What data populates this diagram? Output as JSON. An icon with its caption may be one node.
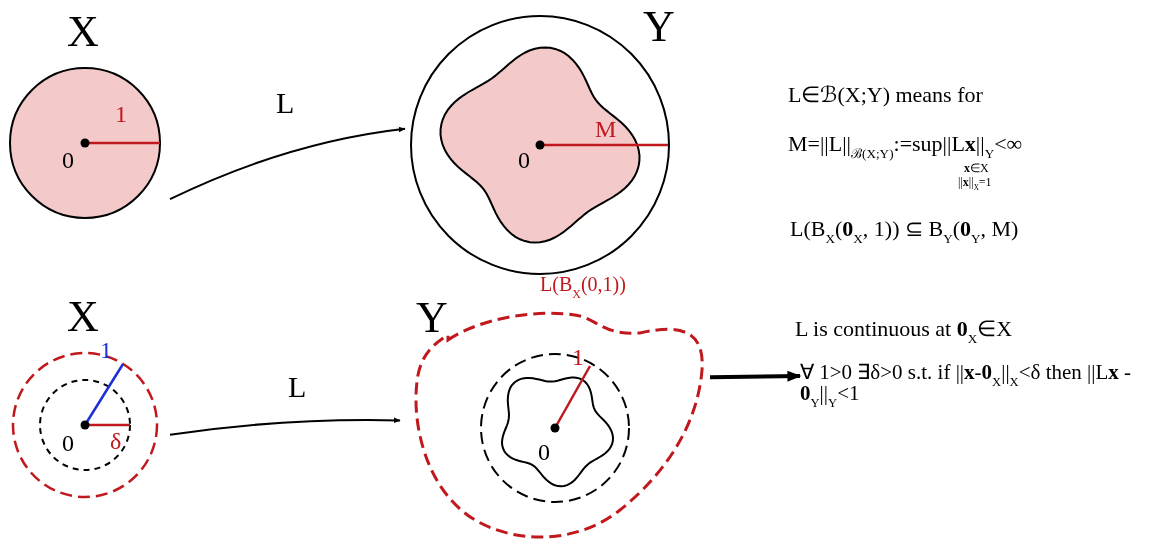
{
  "diagram": {
    "nodes": [
      {
        "text": [
          "X",
          "1",
          "0"
        ]
      },
      {
        "text": [
          "Y",
          "M",
          "0"
        ]
      },
      {
        "text": [
          "X",
          "1",
          "δ",
          "0"
        ]
      },
      {
        "text": [
          "Y",
          "L(B$_{X}$(0,1))",
          "1",
          "0"
        ]
      },
      {
        "text": [
          "∀ 1>0  ∃δ>0 s.t. if ||**x**-**0**$_{X}$||$_{X}$<δ then ||L**x** - **0**$_{Y}$||$_{Y}$<1"
        ]
      }
    ],
    "edges": [
      {
        "from": 0,
        "to": 1,
        "arrow": "to",
        "label": "L"
      },
      {
        "from": 2,
        "to": 3,
        "arrow": "to",
        "label": "L"
      },
      {
        "from": 3,
        "to": 4,
        "arrow": "to",
        "style": "thick"
      }
    ],
    "labels": [
      "L∈ℬ(X;Y) means for",
      "M=||L||$_{ℬ(X;Y)}$:=sup||L**x**||$_{Y}$<∞",
      "**x**∈X",
      "||**x**||$_{X}$=1",
      "L(B$_{X}$(**0**$_{X}$, 1)) ⊆ B$_{Y}$(**0**$_{Y}$, M)",
      "L is continuous at **0**$_{X}$∈X"
    ]
  }
}
